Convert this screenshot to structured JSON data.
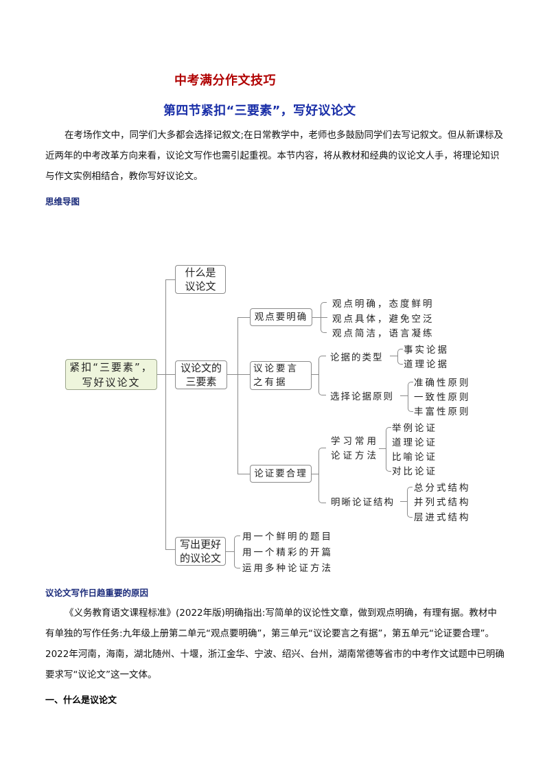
{
  "document": {
    "title": "中考满分作文技巧",
    "subtitle": "第四节紧扣“三要素”，写好议论文",
    "intro_paragraph": "在考场作文中，同学们大多都会选择记叙文;在日常教学中，老师也多鼓励同学们去写记叙文。但从新课标及近两年的中考改革方向来看，议论文写作也需引起重视。本节内容，将从教材和经典的议论文人手，将理论知识与作文实例相结合，教你写好议论文。",
    "mindmap_heading": "思维导图",
    "reason_heading": "议论文写作日趋重要的原因",
    "reason_paragraph": "《义务教育语文课程标准》(2022年版)明确指出:写简单的议论性文章，做到观点明确，有理有据。教材中有单独的写作任务:九年级上册第二单元“观点要明确”，第三单元“议论要言之有据”，第五单元“论证要合理”。2022年河南，海南，湖北随州、十堰，浙江金华、宁波、绍兴、台州，湖南常德等省市的中考作文试题中已明确要求写“议论文”这一文体。",
    "section_heading": "一、什么是议论文"
  },
  "mindmap": {
    "root": "紧扣“三要素”，写好议论文",
    "level1": [
      "什么是议论文",
      "议论文的三要素",
      "写出更好的议论文"
    ],
    "elements": [
      "观点要明确",
      "议论要言之有据",
      "论证要合理"
    ],
    "viewpoint_items": [
      "观点明确，态度鲜明",
      "观点具体，避免空泛",
      "观点简洁，语言凝练"
    ],
    "evidence": {
      "types_label": "论据的类型",
      "types": [
        "事实论据",
        "道理论据"
      ],
      "principles_label": "选择论据原则",
      "principles": [
        "准确性原则",
        "一致性原则",
        "丰富性原则"
      ]
    },
    "argument": {
      "methods_label": "学习常用论证方法",
      "methods": [
        "举例论证",
        "道理论证",
        "比喻论证",
        "对比论证"
      ],
      "structure_label": "明晰论证结构",
      "structures": [
        "总分式结构",
        "并列式结构",
        "层进式结构"
      ]
    },
    "better_items": [
      "用一个鲜明的题目",
      "用一个精彩的开篇",
      "运用多种论证方法"
    ]
  },
  "colors": {
    "title_red": "#b00000",
    "subtitle_blue": "#1a2fa8",
    "heading_blue": "#1a2a7a",
    "root_fill": "#eef5dc",
    "line_gray": "#8a8a8a"
  }
}
